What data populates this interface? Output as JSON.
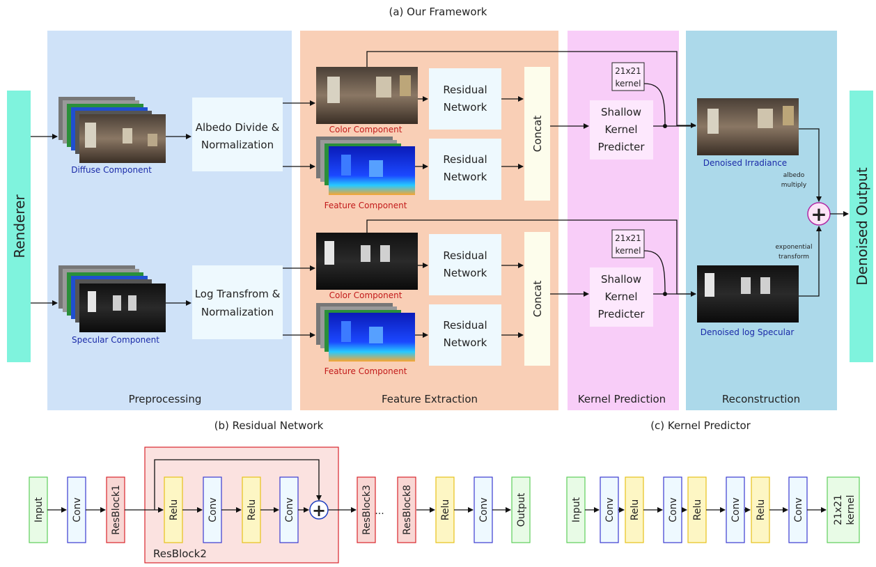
{
  "titles": {
    "a": "(a) Our Framework",
    "b": "(b) Residual Network",
    "c": "(c) Kernel Predictor"
  },
  "sides": {
    "left": "Renderer",
    "right": "Denoised Output"
  },
  "stages": {
    "preprocessing": "Preprocessing",
    "feature_extraction": "Feature Extraction",
    "kernel_prediction": "Kernel Prediction",
    "reconstruction": "Reconstruction"
  },
  "framework": {
    "diffuse_caption": "Diffuse Component",
    "specular_caption": "Specular Component",
    "albedo_l1": "Albedo Divide &",
    "albedo_l2": "Normalization",
    "log_l1": "Log Transfrom &",
    "log_l2": "Normalization",
    "color_caption": "Color Component",
    "feature_caption": "Feature Component",
    "residual_l1": "Residual",
    "residual_l2": "Network",
    "concat": "Concat",
    "kernel_l1": "21x21",
    "kernel_l2": "kernel",
    "shallow_l1": "Shallow",
    "shallow_l2": "Kernel",
    "shallow_l3": "Predicter",
    "denoised_irradiance": "Denoised Irradiance",
    "denoised_log_specular": "Denoised log Specular",
    "albedo_multiply_l1": "albedo",
    "albedo_multiply_l2": "multiply",
    "exponential_l1": "exponential",
    "exponential_l2": "transform",
    "plus": "+"
  },
  "residual_network": {
    "blocks": [
      "Input",
      "Conv",
      "ResBlock1",
      "Relu",
      "Conv",
      "Relu",
      "Conv",
      "ResBlock3",
      "ResBlock8",
      "Relu",
      "Conv",
      "Output"
    ],
    "ellipsis": "...",
    "resblock_label": "ResBlock2"
  },
  "kernel_predictor": {
    "blocks": [
      "Input",
      "Conv",
      "Relu",
      "Conv",
      "Relu",
      "Conv",
      "Relu",
      "Conv"
    ],
    "output_l1": "21x21",
    "output_l2": "kernel"
  },
  "colors": {
    "preprocessing_bg": "#cfe2f8",
    "feature_bg": "#f9cfb6",
    "kernel_bg": "#f8cdf8",
    "recon_bg": "#acd9ea",
    "side_bar": "#7ff3dd",
    "box_light": "#eef9fe",
    "concat_box": "#fdfdec",
    "input_green": "#e8fbe6",
    "conv_blue": "#eef9ff",
    "relu_yellow": "#fdf6c4",
    "resblock_red": "#f8d7d4"
  }
}
